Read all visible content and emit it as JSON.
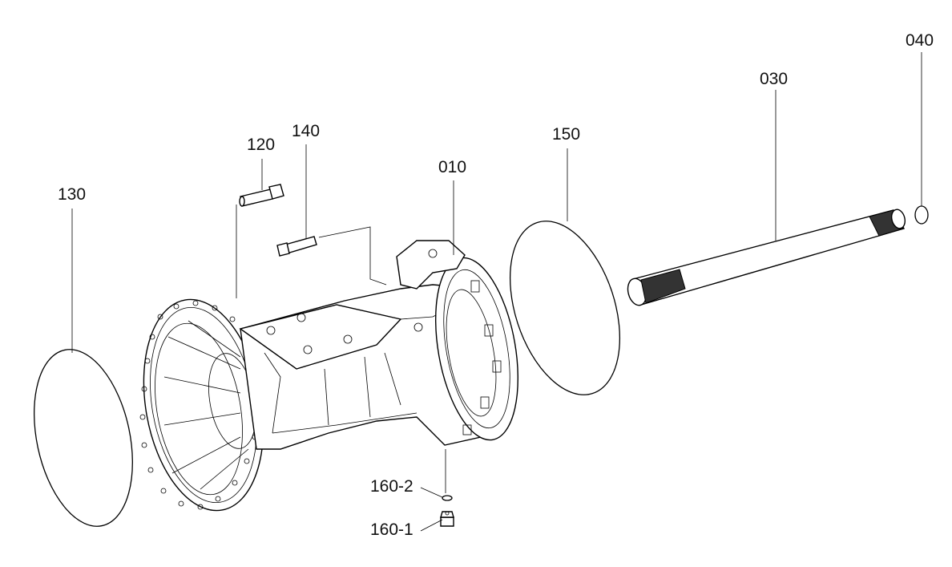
{
  "diagram": {
    "labels": {
      "p010": "010",
      "p030": "030",
      "p040": "040",
      "p120": "120",
      "p130": "130",
      "p140": "140",
      "p150": "150",
      "p160_1": "160-1",
      "p160_2": "160-2"
    },
    "colors": {
      "line": "#000000",
      "text": "#111111",
      "background": "#ffffff"
    }
  }
}
